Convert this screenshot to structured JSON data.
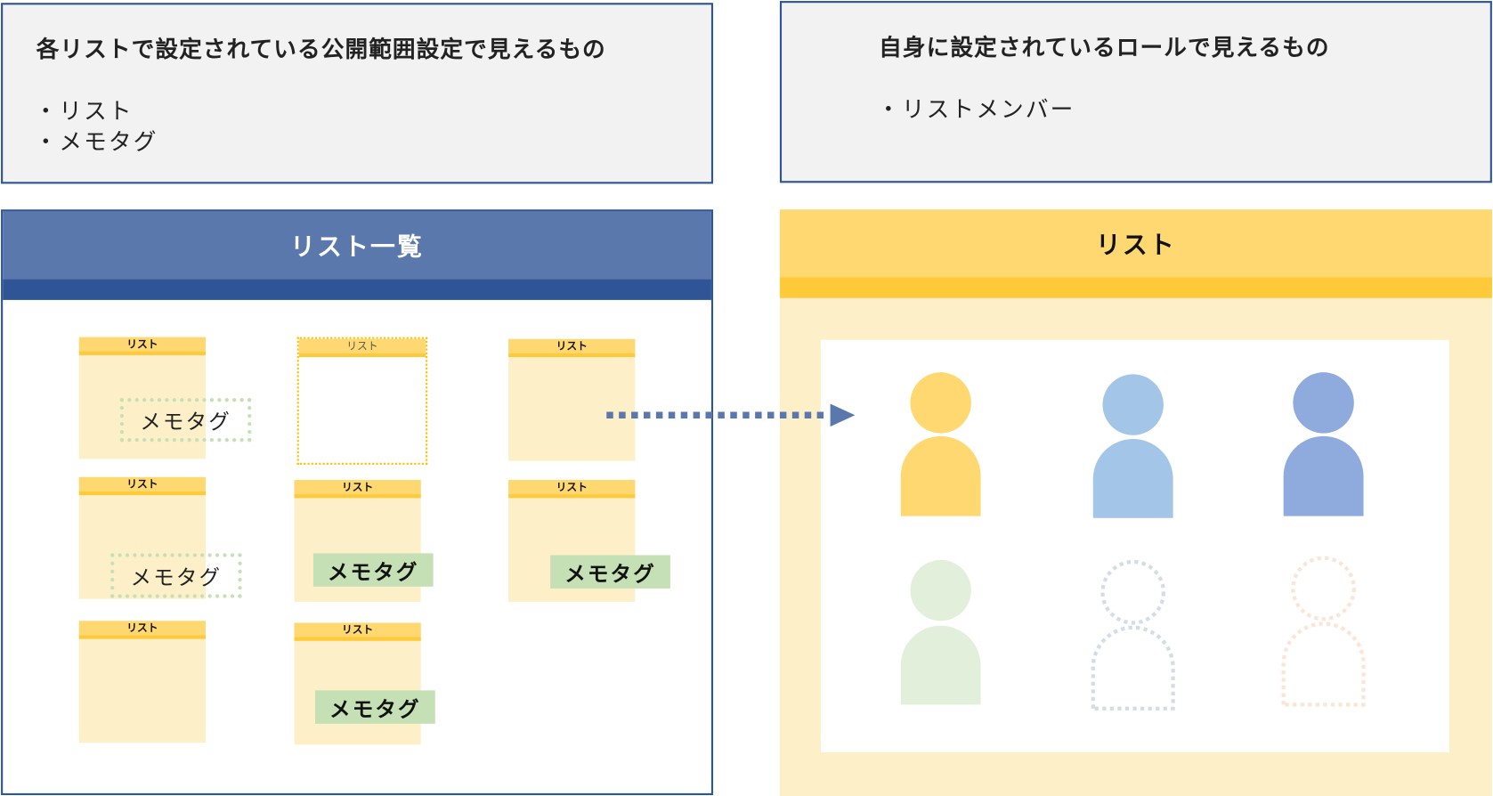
{
  "left_info": {
    "title": "各リストで設定されている公開範囲設定で見えるもの",
    "bullets": [
      "・リスト",
      "・メモタグ"
    ]
  },
  "right_info": {
    "title": "自身に設定されているロールで見えるもの",
    "bullets": [
      "・リストメンバー"
    ]
  },
  "list_overview": {
    "title": "リスト一覧",
    "card_label": "リスト",
    "memo_tag_label": "メモタグ"
  },
  "list_panel": {
    "title": "リスト"
  },
  "colors": {
    "navy": "#2f5597",
    "blue_header": "#5b78ad",
    "yellow_header": "#ffd871",
    "yellow_band": "#ffca3a",
    "yellow_body": "#fdf0c8",
    "green_tag": "#c5e0b4",
    "members": [
      "#ffd871",
      "#a3c5e7",
      "#8faadc",
      "#e2efda",
      "#d6dce5",
      "#fbe5d6"
    ]
  }
}
